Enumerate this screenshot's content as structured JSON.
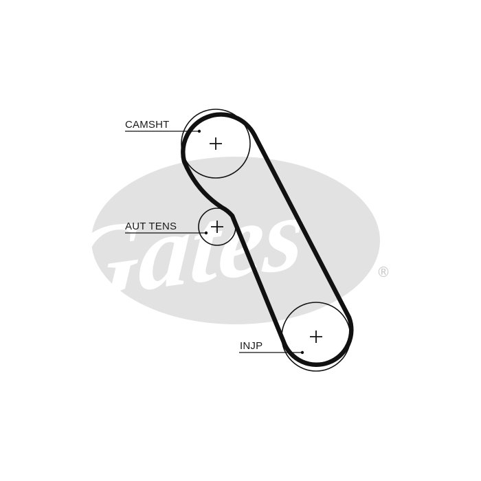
{
  "watermark": {
    "brand": "Gates",
    "registered_mark": "®",
    "ellipse_color": "#e2e2e2"
  },
  "belt": {
    "color": "#111111"
  },
  "pulleys": [
    {
      "id": "camshaft",
      "label": "CAMSHT",
      "symbol": "+"
    },
    {
      "id": "tensioner",
      "label": "AUT TENS",
      "symbol": "+"
    },
    {
      "id": "injection-pump",
      "label": "INJP",
      "symbol": "+"
    }
  ]
}
